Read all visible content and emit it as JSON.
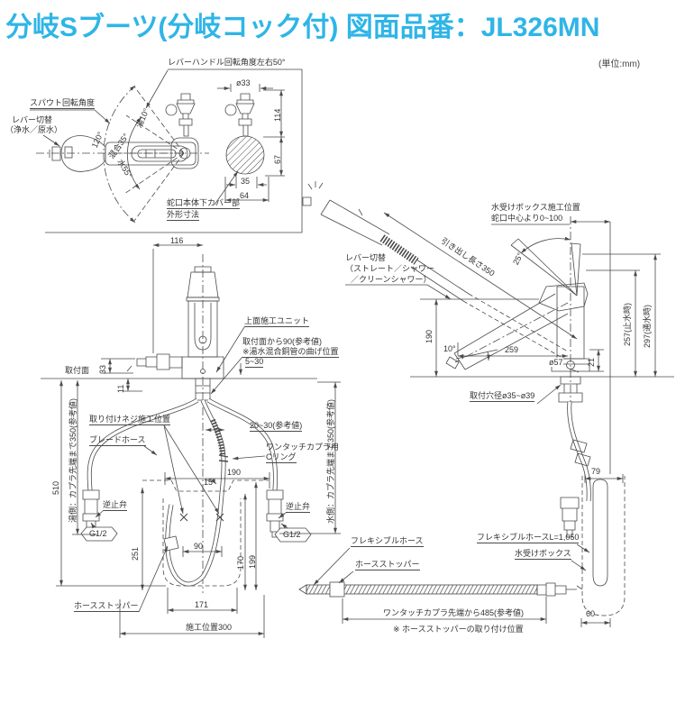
{
  "title": "分岐Sブーツ(分岐コック付) 図面品番：JL326MN",
  "unit_note": "(単位:mm)",
  "colors": {
    "title": "#2fb5e7",
    "line": "#4a4a4a",
    "text": "#333333"
  },
  "top_view": {
    "lever_rotation": "レバーハンドル回転角度左右50°",
    "spout_rotation": "スパウト回転角度",
    "lever_switch_line1": "レバー切替",
    "lever_switch_line2": "（浄水／原水）",
    "angle_120": "120°",
    "angle_hot": "湯10°",
    "angle_mix": "混合35°",
    "angle_cold": "水55°",
    "cover_line1": "蛇口本体下カバー部",
    "cover_line2": "外形寸法",
    "dia33": "ø33",
    "d114": "114",
    "d67": "67",
    "d35": "35",
    "d64": "64"
  },
  "front_view": {
    "d116": "116",
    "mounting_surface": "取付面",
    "d33": "33",
    "d11": "11",
    "top_unit": "上面施工ユニット",
    "ref90": "取付面から90(参考値)",
    "bend_note": "※湯水混合銅管の曲げ位置",
    "d5_30": "5~30",
    "screw_pos": "取り付けネジ施工位置",
    "blade_hose": "ブレードホース",
    "d20_30": "20~30(参考値)",
    "coupler_line1": "ワンタッチカプラ用",
    "coupler_line2": "Cリング",
    "d190": "190",
    "a15": "15°",
    "check_valve_left": "逆止弁",
    "check_valve_right": "逆止弁",
    "g12_left": "G1/2",
    "g12_right": "G1/2",
    "d510": "510",
    "hot_side": "湯側：カプラ先端まで350(参考値)",
    "cold_side": "水側：カプラ先端まで350(参考値)",
    "d251": "251",
    "d90": "90",
    "d170": "170",
    "d199": "199",
    "hose_stopper": "ホースストッパー",
    "d171": "171",
    "d300": "施工位置300"
  },
  "side_view": {
    "waterbox_pos_line1": "水受けボックス施工位置",
    "waterbox_pos_line2": "蛇口中心より0~100",
    "lever_switch_line1": "レバー切替",
    "lever_switch_line2": "（ストレート／シャワー",
    "lever_switch_line3": "／クリーンシャワー）",
    "pullout": "引き出し長さ350",
    "a25": "25°",
    "d190": "190",
    "a10": "10°",
    "d259": "259",
    "dia57": "ø57",
    "d21": "21",
    "d257": "257(止水時)",
    "d297": "297(通水時)",
    "hole_dia": "取付穴径ø35~ø39",
    "d79": "79",
    "flex_hose_l": "フレキシブルホースL=1,050",
    "waterbox": "水受けボックス",
    "d60": "60"
  },
  "hose_detail": {
    "flex_hose": "フレキシブルホース",
    "hose_stopper": "ホースストッパー",
    "d485": "ワンタッチカプラ先端から485(参考値)",
    "note": "※ ホースストッパーの取り付け位置"
  }
}
